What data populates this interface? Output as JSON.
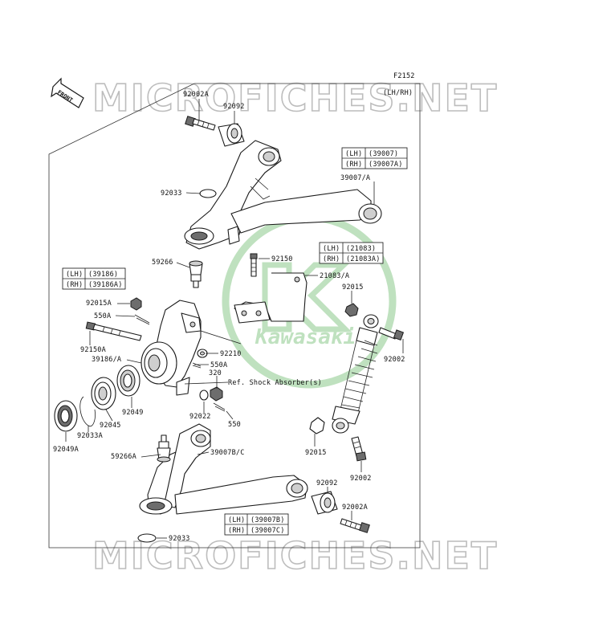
{
  "diagram": {
    "code": "F2152",
    "variant": "(LH/RH)",
    "front_label": "FRONT",
    "watermark": "MICROFICHES.NET",
    "logo_text": "Kawasaki",
    "ref_note": "Ref. Shock Absorber(s)",
    "parts": {
      "p92002A_top": "92002A",
      "p92092_top": "92092",
      "p92033_top": "92033",
      "p39007A": "39007/A",
      "p59266": "59266",
      "p92150": "92150",
      "p21083A": "21083/A",
      "p92015_r": "92015",
      "p92015A": "92015A",
      "p550A_l": "550A",
      "p92150A": "92150A",
      "p39186A": "39186/A",
      "p92210": "92210",
      "p550A_r": "550A",
      "p320": "320",
      "p92002_r": "92002",
      "p92049": "92049",
      "p92045": "92045",
      "p92033A": "92033A",
      "p92049A": "92049A",
      "p92022": "92022",
      "p550": "550",
      "p59266A": "59266A",
      "p39007BC": "39007B/C",
      "p92015_b": "92015",
      "p92002_b": "92002",
      "p92092_b": "92092",
      "p92002A_b": "92002A",
      "p92033_b": "92033"
    },
    "tables": {
      "upper_arm": [
        {
          "side": "(LH)",
          "part": "(39007)"
        },
        {
          "side": "(RH)",
          "part": "(39007A)"
        }
      ],
      "bracket": [
        {
          "side": "(LH)",
          "part": "(21083)"
        },
        {
          "side": "(RH)",
          "part": "(21083A)"
        }
      ],
      "knuckle": [
        {
          "side": "(LH)",
          "part": "(39186)"
        },
        {
          "side": "(RH)",
          "part": "(39186A)"
        }
      ],
      "lower_arm": [
        {
          "side": "(LH)",
          "part": "(39007B)"
        },
        {
          "side": "(RH)",
          "part": "(39007C)"
        }
      ]
    }
  }
}
